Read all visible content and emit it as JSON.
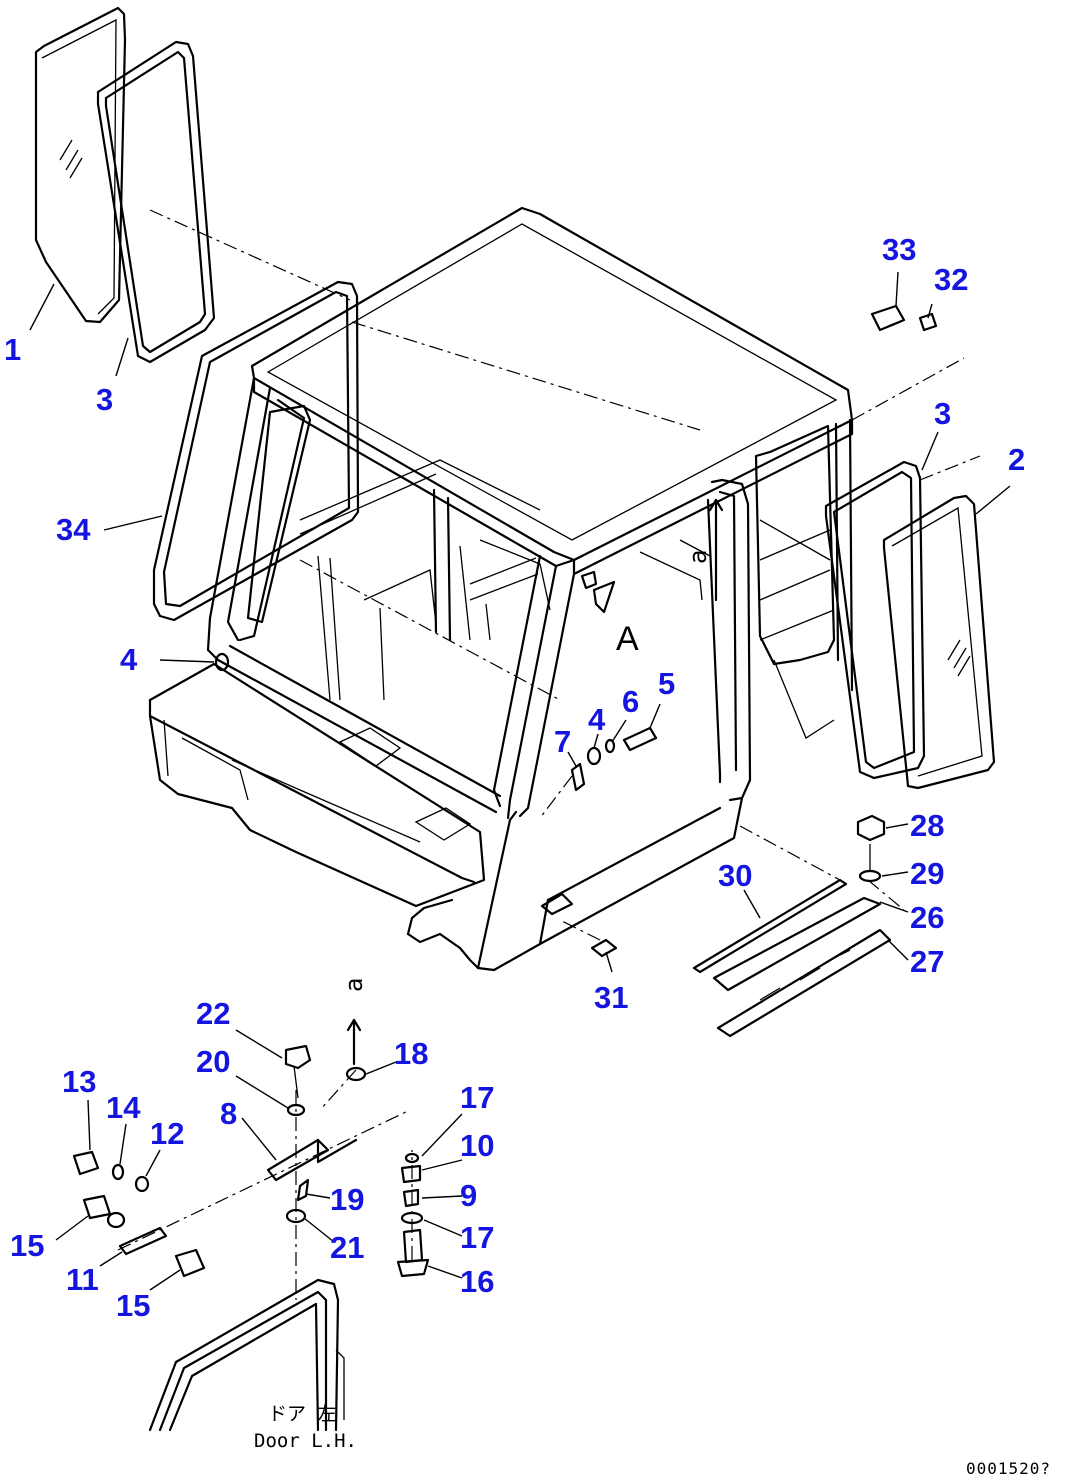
{
  "view_label": "A",
  "door_caption": {
    "japanese": "ドア 左",
    "english": "Door L.H."
  },
  "figure_code": "0001520?",
  "connector_mark": "a",
  "callouts": [
    {
      "id": "c1",
      "text": "1"
    },
    {
      "id": "c3a",
      "text": "3"
    },
    {
      "id": "c34",
      "text": "34"
    },
    {
      "id": "c4a",
      "text": "4"
    },
    {
      "id": "c33",
      "text": "33"
    },
    {
      "id": "c32",
      "text": "32"
    },
    {
      "id": "c3b",
      "text": "3"
    },
    {
      "id": "c2",
      "text": "2"
    },
    {
      "id": "c5",
      "text": "5"
    },
    {
      "id": "c6",
      "text": "6"
    },
    {
      "id": "c4b",
      "text": "4"
    },
    {
      "id": "c7",
      "text": "7"
    },
    {
      "id": "c28",
      "text": "28"
    },
    {
      "id": "c29",
      "text": "29"
    },
    {
      "id": "c30",
      "text": "30"
    },
    {
      "id": "c26",
      "text": "26"
    },
    {
      "id": "c27",
      "text": "27"
    },
    {
      "id": "c31",
      "text": "31"
    },
    {
      "id": "c22",
      "text": "22"
    },
    {
      "id": "c20",
      "text": "20"
    },
    {
      "id": "c18",
      "text": "18"
    },
    {
      "id": "c13",
      "text": "13"
    },
    {
      "id": "c14",
      "text": "14"
    },
    {
      "id": "c12",
      "text": "12"
    },
    {
      "id": "c8",
      "text": "8"
    },
    {
      "id": "c17a",
      "text": "17"
    },
    {
      "id": "c10",
      "text": "10"
    },
    {
      "id": "c19",
      "text": "19"
    },
    {
      "id": "c9",
      "text": "9"
    },
    {
      "id": "c15a",
      "text": "15"
    },
    {
      "id": "c21",
      "text": "21"
    },
    {
      "id": "c17b",
      "text": "17"
    },
    {
      "id": "c11",
      "text": "11"
    },
    {
      "id": "c16",
      "text": "16"
    },
    {
      "id": "c15b",
      "text": "15"
    }
  ]
}
